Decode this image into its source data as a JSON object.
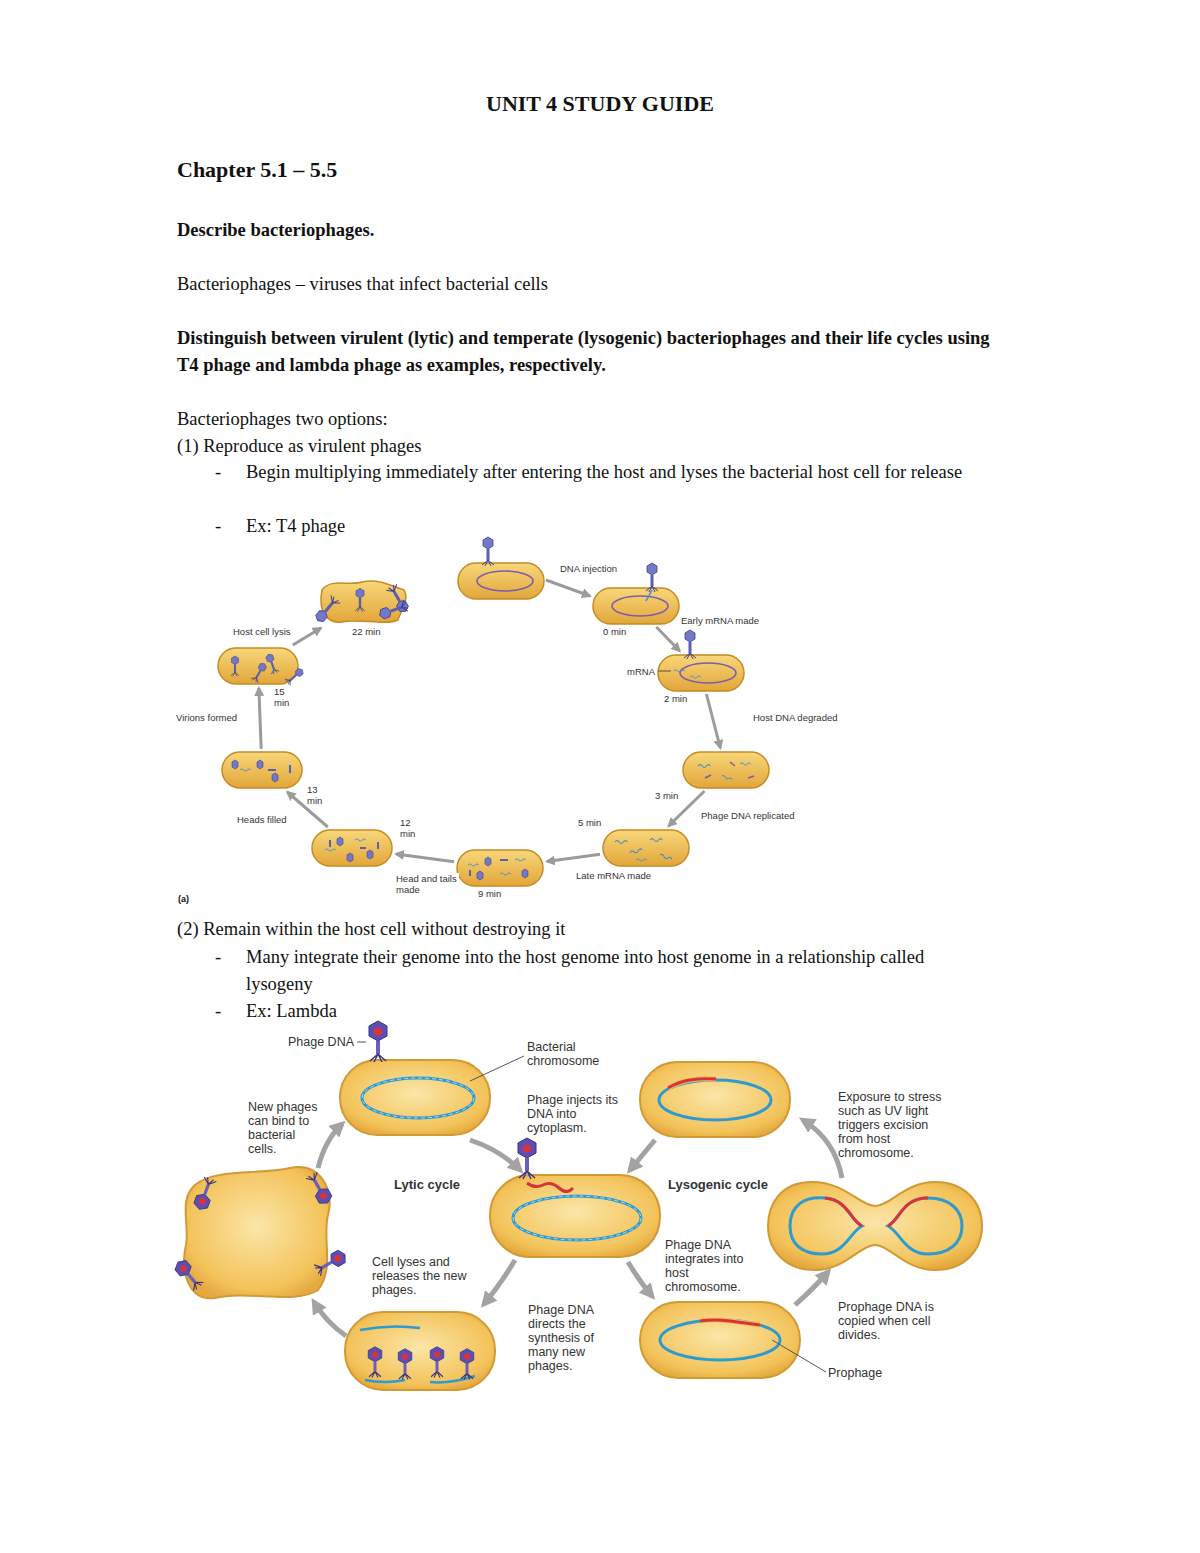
{
  "diagram": {
    "title": "UNIT 4 STUDY GUIDE",
    "nodes": [
      {
        "text": [
          "0 min"
        ]
      },
      {
        "text": [
          "2 min"
        ]
      },
      {
        "text": [
          "3 min"
        ]
      },
      {
        "text": [
          "5 min"
        ]
      },
      {
        "text": [
          "9 min"
        ]
      },
      {
        "text": [
          "12 min"
        ]
      },
      {
        "text": [
          "13 min"
        ]
      },
      {
        "text": [
          "15 min"
        ]
      },
      {
        "text": [
          "22 min"
        ]
      }
    ],
    "edges": [
      {
        "from": 0,
        "to": 1,
        "label": "Early mRNA made",
        "arrow": "to"
      },
      {
        "from": 1,
        "to": 2,
        "label": "Host DNA degraded",
        "arrow": "to"
      },
      {
        "from": 2,
        "to": 3,
        "label": "Phage DNA replicated",
        "arrow": "to"
      },
      {
        "from": 3,
        "to": 4,
        "label": "Late mRNA made",
        "arrow": "to"
      },
      {
        "from": 4,
        "to": 5,
        "label": "Head and tails made",
        "arrow": "to"
      },
      {
        "from": 5,
        "to": 6,
        "label": "Heads filled",
        "arrow": "to"
      },
      {
        "from": 6,
        "to": 7,
        "label": "Virions formed",
        "arrow": "to"
      },
      {
        "from": 7,
        "to": 8,
        "label": "Host cell lysis",
        "arrow": "to"
      }
    ],
    "labels": [
      "Chapter 5.1 – 5.5",
      "Describe bacteriophages.",
      "Bacteriophages – viruses that infect bacterial cells",
      "Distinguish between virulent (lytic) and temperate (lysogenic) bacteriophages and their life cycles using T4 phage and lambda phage as examples, respectively.",
      "Bacteriophages two options:",
      "(1) Reproduce as virulent phages",
      "-",
      "Begin multiplying immediately after entering the host and lyses the bacterial host cell for release",
      "-",
      "Ex: T4 phage",
      "DNA injection",
      "mRNA",
      "(a)",
      "(2) Remain within the host cell without destroying it",
      "-",
      "Many integrate their genome into the host genome into host genome in a relationship called lysogeny",
      "-",
      "Ex: Lambda",
      "Phage DNA",
      "Bacterial chromosome",
      "Phage injects its DNA into cytoplasm.",
      "Lytic cycle",
      "Lysogenic cycle",
      "New phages can bind to bacterial cells.",
      "Cell lyses and releases the new phages.",
      "Phage DNA directs the synthesis of many new phages.",
      "Phage DNA integrates into host chromosome.",
      "Prophage DNA is copied when cell divides.",
      "Exposure to stress such as UV light triggers excision from host chromosome.",
      "Prophage"
    ]
  }
}
